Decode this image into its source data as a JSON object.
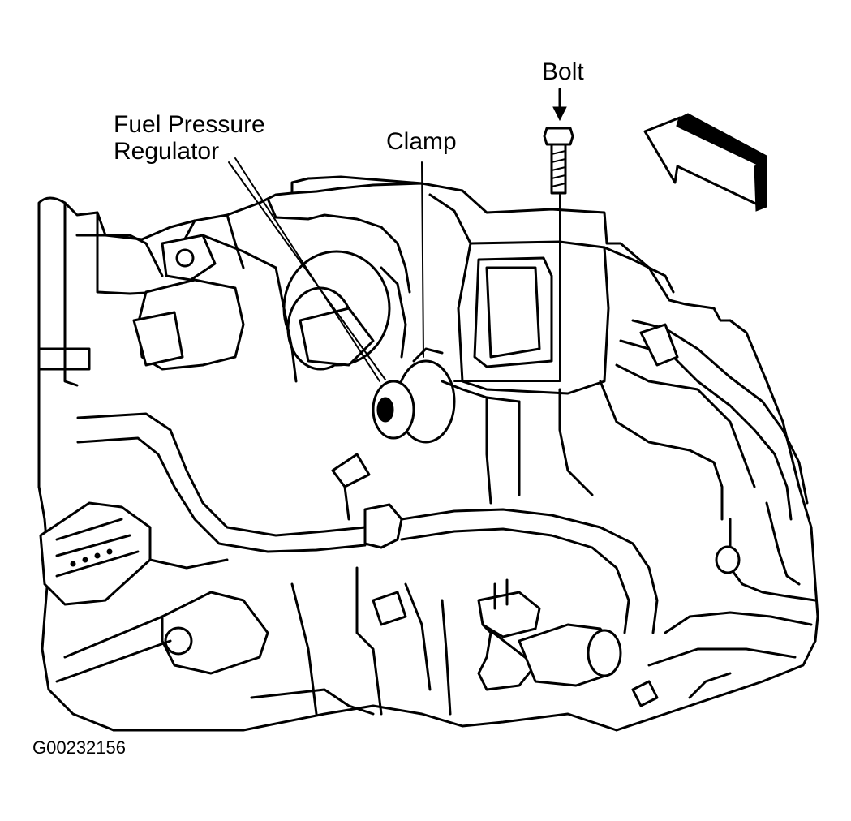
{
  "labels": {
    "bolt": "Bolt",
    "clamp": "Clamp",
    "fuel_pressure_regulator_line1": "Fuel Pressure",
    "fuel_pressure_regulator_line2": "Regulator"
  },
  "figure_id": "G00232156",
  "colors": {
    "ink": "#000000",
    "paper": "#ffffff"
  },
  "icons": [
    "direction-arrow-icon",
    "bolt-icon",
    "callout-arrow-icon"
  ]
}
